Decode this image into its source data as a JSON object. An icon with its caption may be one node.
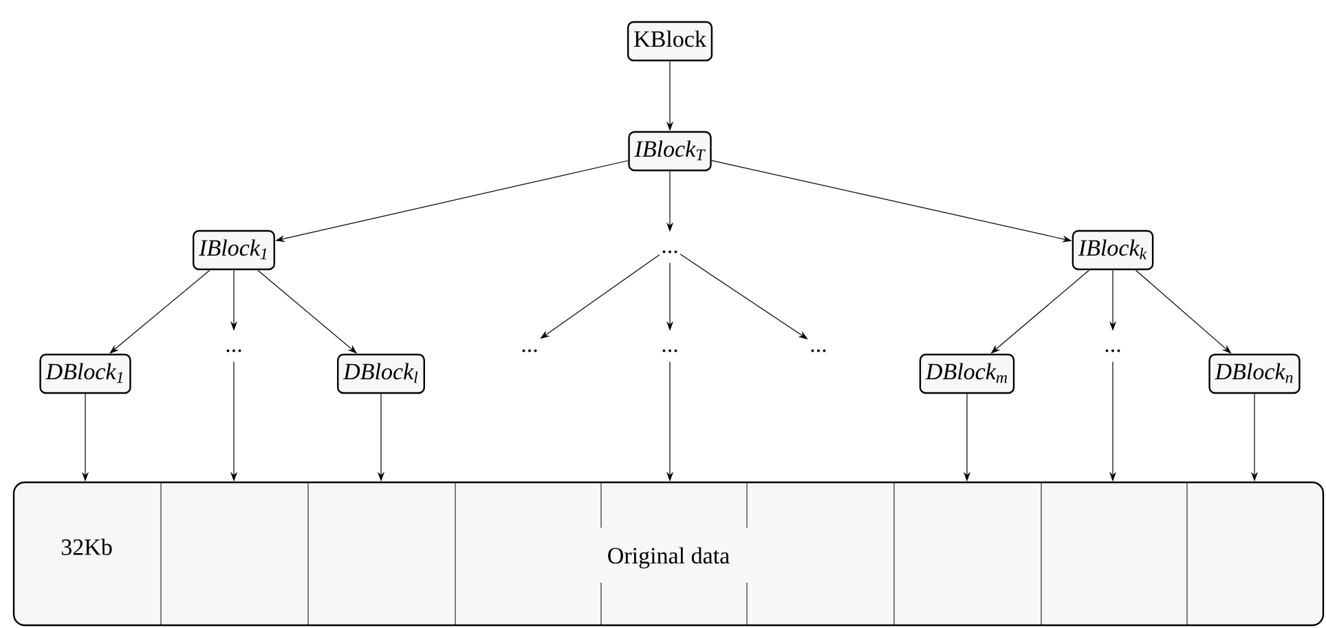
{
  "diagram": {
    "nodes": [
      {
        "text": [
          "KBlock"
        ]
      },
      {
        "text": [
          "IBlock$_{T}$"
        ]
      },
      {
        "text": [
          "IBlock$_{1}$"
        ]
      },
      {
        "text": [
          "..."
        ]
      },
      {
        "text": [
          "IBlock$_{k}$"
        ]
      },
      {
        "text": [
          "DBlock$_{1}$"
        ]
      },
      {
        "text": [
          "..."
        ]
      },
      {
        "text": [
          "DBlock$_{l}$"
        ]
      },
      {
        "text": [
          "..."
        ]
      },
      {
        "text": [
          "..."
        ]
      },
      {
        "text": [
          "..."
        ]
      },
      {
        "text": [
          "DBlock$_{m}$"
        ]
      },
      {
        "text": [
          "..."
        ]
      },
      {
        "text": [
          "DBlock$_{n}$"
        ]
      },
      {
        "text": [
          "Original data"
        ]
      }
    ],
    "edges": [
      {
        "from": 0,
        "to": 1,
        "arrow": "to"
      },
      {
        "from": 1,
        "to": 2,
        "arrow": "to"
      },
      {
        "from": 1,
        "to": 3,
        "arrow": "to"
      },
      {
        "from": 1,
        "to": 4,
        "arrow": "to"
      },
      {
        "from": 2,
        "to": 5,
        "arrow": "to"
      },
      {
        "from": 2,
        "to": 6,
        "arrow": "to"
      },
      {
        "from": 2,
        "to": 7,
        "arrow": "to"
      },
      {
        "from": 3,
        "to": 8,
        "arrow": "to"
      },
      {
        "from": 3,
        "to": 9,
        "arrow": "to"
      },
      {
        "from": 3,
        "to": 10,
        "arrow": "to"
      },
      {
        "from": 4,
        "to": 11,
        "arrow": "to"
      },
      {
        "from": 4,
        "to": 12,
        "arrow": "to"
      },
      {
        "from": 4,
        "to": 13,
        "arrow": "to"
      },
      {
        "from": 5,
        "to": 14,
        "arrow": "to"
      },
      {
        "from": 6,
        "to": 14,
        "arrow": "to"
      },
      {
        "from": 7,
        "to": 14,
        "arrow": "to"
      },
      {
        "from": 9,
        "to": 14,
        "arrow": "to"
      },
      {
        "from": 11,
        "to": 14,
        "arrow": "to"
      },
      {
        "from": 12,
        "to": 14,
        "arrow": "to"
      },
      {
        "from": 13,
        "to": 14,
        "arrow": "to"
      }
    ],
    "labels": [
      "32Kb"
    ]
  }
}
